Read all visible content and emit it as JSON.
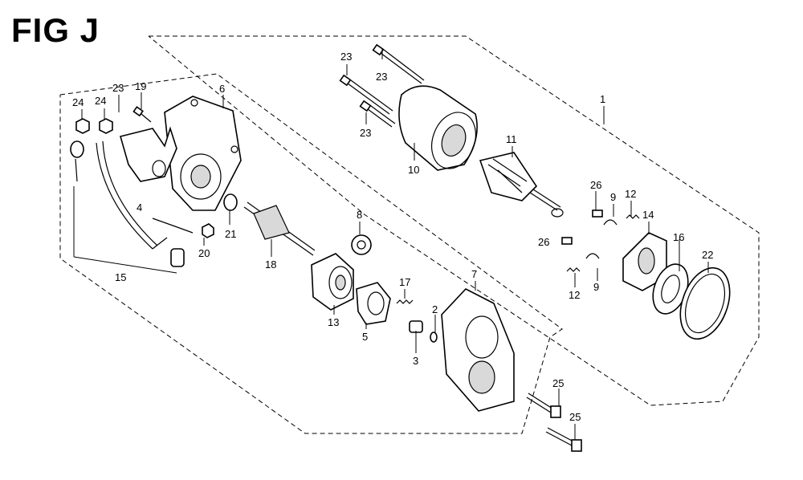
{
  "figure": {
    "title": "FIG J",
    "callouts": [
      {
        "id": "1",
        "text": "1"
      },
      {
        "id": "2",
        "text": "2"
      },
      {
        "id": "3",
        "text": "3"
      },
      {
        "id": "4",
        "text": "4"
      },
      {
        "id": "5",
        "text": "5"
      },
      {
        "id": "6",
        "text": "6"
      },
      {
        "id": "7",
        "text": "7"
      },
      {
        "id": "8",
        "text": "8"
      },
      {
        "id": "9a",
        "text": "9"
      },
      {
        "id": "9b",
        "text": "9"
      },
      {
        "id": "10",
        "text": "10"
      },
      {
        "id": "11",
        "text": "11"
      },
      {
        "id": "12a",
        "text": "12"
      },
      {
        "id": "12b",
        "text": "12"
      },
      {
        "id": "13",
        "text": "13"
      },
      {
        "id": "14",
        "text": "14"
      },
      {
        "id": "15",
        "text": "15"
      },
      {
        "id": "16",
        "text": "16"
      },
      {
        "id": "17",
        "text": "17"
      },
      {
        "id": "18",
        "text": "18"
      },
      {
        "id": "19",
        "text": "19"
      },
      {
        "id": "20",
        "text": "20"
      },
      {
        "id": "21",
        "text": "21"
      },
      {
        "id": "22",
        "text": "22"
      },
      {
        "id": "23a",
        "text": "23"
      },
      {
        "id": "23b",
        "text": "23"
      },
      {
        "id": "23c",
        "text": "23"
      },
      {
        "id": "23d",
        "text": "23"
      },
      {
        "id": "24a",
        "text": "24"
      },
      {
        "id": "24b",
        "text": "24"
      },
      {
        "id": "25a",
        "text": "25"
      },
      {
        "id": "25b",
        "text": "25"
      },
      {
        "id": "26a",
        "text": "26"
      },
      {
        "id": "26b",
        "text": "26"
      }
    ]
  }
}
